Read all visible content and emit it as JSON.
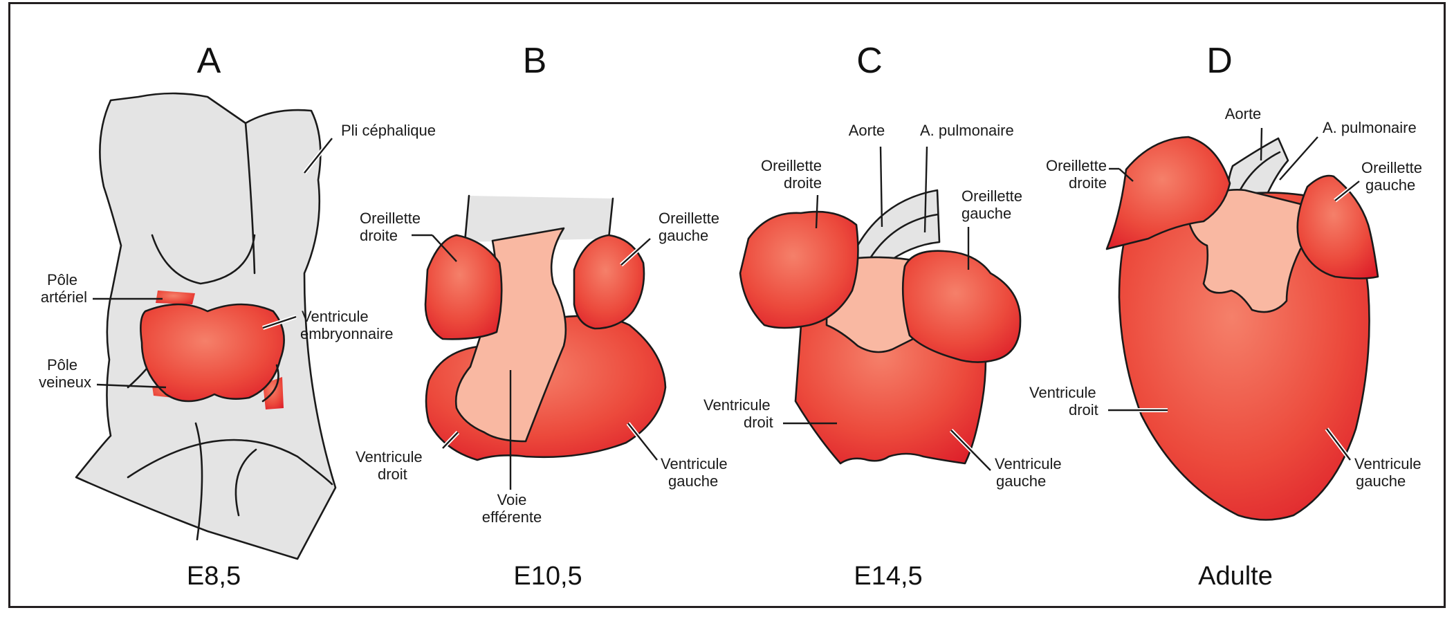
{
  "colors": {
    "heart_red": "#e8302f",
    "heart_highlight": "#f5806a",
    "outflow_salmon": "#f9b8a2",
    "embryo_gray": "#e4e4e4",
    "outline": "#1a1a1a"
  },
  "panels": [
    {
      "letter": "A",
      "stage": "E8,5",
      "labels": {
        "pli_cephalique": "Pli céphalique",
        "pole_arteriel": [
          "Pôle",
          "artériel"
        ],
        "pole_veineux": [
          "Pôle",
          "veineux"
        ],
        "ventricule_embryonnaire": [
          "Ventricule",
          "embryonnaire"
        ]
      }
    },
    {
      "letter": "B",
      "stage": "E10,5",
      "labels": {
        "oreillette_droite": [
          "Oreillette",
          "droite"
        ],
        "oreillette_gauche": [
          "Oreillette",
          "gauche"
        ],
        "ventricule_droit": [
          "Ventricule",
          "droit"
        ],
        "ventricule_gauche": [
          "Ventricule",
          "gauche"
        ],
        "voie_efferente": [
          "Voie",
          "efférente"
        ]
      }
    },
    {
      "letter": "C",
      "stage": "E14,5",
      "labels": {
        "aorte": "Aorte",
        "a_pulmonaire": "A. pulmonaire",
        "oreillette_droite": [
          "Oreillette",
          "droite"
        ],
        "oreillette_gauche": [
          "Oreillette",
          "gauche"
        ],
        "ventricule_droit": [
          "Ventricule",
          "droit"
        ],
        "ventricule_gauche": [
          "Ventricule",
          "gauche"
        ]
      }
    },
    {
      "letter": "D",
      "stage": "Adulte",
      "labels": {
        "aorte": "Aorte",
        "a_pulmonaire": "A. pulmonaire",
        "oreillette_droite": [
          "Oreillette",
          "droite"
        ],
        "oreillette_gauche": [
          "Oreillette",
          "gauche"
        ],
        "ventricule_droit": [
          "Ventricule",
          "droit"
        ],
        "ventricule_gauche": [
          "Ventricule",
          "gauche"
        ]
      }
    }
  ]
}
